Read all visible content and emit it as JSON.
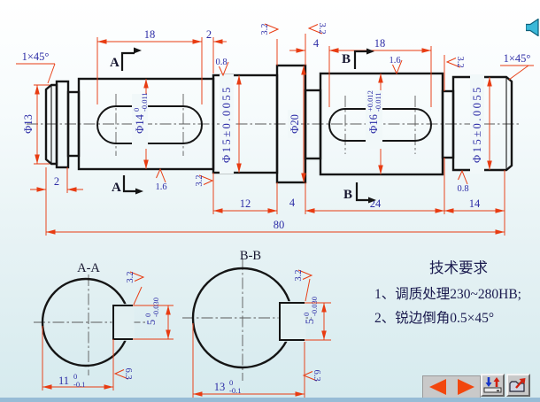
{
  "colors": {
    "red": "#e83c12",
    "blue": "#2c2ca6",
    "ink": "#15152e",
    "navy": "#1a1a4e",
    "tri": "#f2470e",
    "btn": "#c9c9c9"
  },
  "front": {
    "dims": {
      "t18l": "18",
      "t2": "2",
      "t4": "4",
      "t18r": "18",
      "b2": "2",
      "b12": "12",
      "b4": "4",
      "b24": "24",
      "b14": "14",
      "b80": "80"
    },
    "chamfer_left": "1×45°",
    "chamfer_right": "1×45°",
    "dia": {
      "d13": "Φ13",
      "d14": "Φ14",
      "d14u": "0",
      "d14d": "-0.011",
      "d15l": "Φ15±0.0055",
      "d20": "Φ20",
      "d16": "Φ16",
      "d16u": "+0.012",
      "d16d": "-0.011",
      "d15r": "Φ15±0.0055"
    },
    "rough": {
      "r08t": "0.8",
      "r32a": "3.2",
      "r32b": "3.2",
      "r16b": "1.6",
      "r32d": "3.2",
      "r08b": "0.8",
      "r16a": "1.6",
      "r32c": "3.2"
    },
    "sec": {
      "a": "A",
      "b": "B"
    }
  },
  "section_aa": {
    "title": "A-A",
    "width": "11",
    "wu": "0",
    "wd": "-0.1",
    "depth": "5",
    "du": "0",
    "dd": "-0.030",
    "r_side": "3.2",
    "r_flat": "6.3"
  },
  "section_bb": {
    "title": "B-B",
    "width": "13",
    "wu": "0",
    "wd": "-0.1",
    "depth": "5",
    "du": "0",
    "dd": "-0.030",
    "r_side": "3.2",
    "r_flat": "6.3"
  },
  "tech": {
    "title": "技术要求",
    "item1": "1、调质处理230~280HB;",
    "item2": "2、锐边倒角0.5×45°"
  },
  "toolbar": {
    "icons": [
      "prev-arrow",
      "next-arrow",
      "import-export",
      "exit-folder"
    ]
  },
  "audio_icon": "speaker"
}
